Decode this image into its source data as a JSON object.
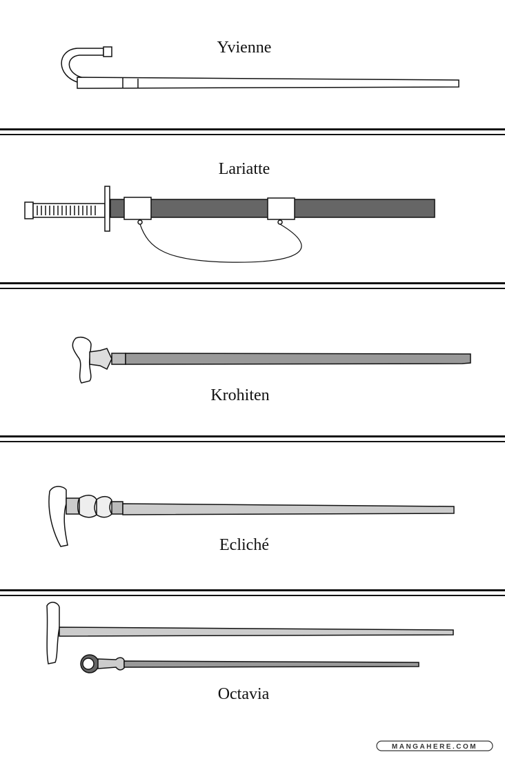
{
  "panels": [
    {
      "name": "Yvienne"
    },
    {
      "name": "Lariatte"
    },
    {
      "name": "Krohiten"
    },
    {
      "name": "Ecliché"
    },
    {
      "name": "Octavia"
    }
  ],
  "watermark": "MANGAHERE.COM"
}
